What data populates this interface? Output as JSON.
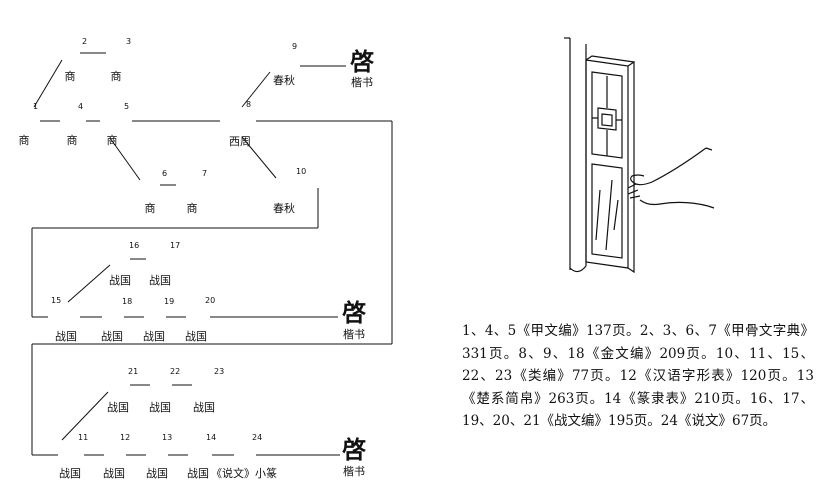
{
  "nodes": [
    {
      "id": "1",
      "glyph": "",
      "period": "商"
    },
    {
      "id": "2",
      "glyph": "",
      "period": "商"
    },
    {
      "id": "3",
      "glyph": "",
      "period": "商"
    },
    {
      "id": "4",
      "glyph": "",
      "period": "商"
    },
    {
      "id": "5",
      "glyph": "",
      "period": "商"
    },
    {
      "id": "6",
      "glyph": "",
      "period": "商"
    },
    {
      "id": "7",
      "glyph": "",
      "period": "商"
    },
    {
      "id": "8",
      "glyph": "",
      "period": "西周"
    },
    {
      "id": "9",
      "glyph": "",
      "period": "春秋"
    },
    {
      "id": "10",
      "glyph": "",
      "period": "春秋"
    },
    {
      "id": "16",
      "glyph": "",
      "period": "战国"
    },
    {
      "id": "17",
      "glyph": "",
      "period": "战国"
    },
    {
      "id": "15",
      "glyph": "",
      "period": "战国"
    },
    {
      "id": "18",
      "glyph": "",
      "period": "战国"
    },
    {
      "id": "19",
      "glyph": "",
      "period": "战国"
    },
    {
      "id": "20",
      "glyph": "",
      "period": "战国"
    },
    {
      "id": "21",
      "glyph": "",
      "period": "战国"
    },
    {
      "id": "22",
      "glyph": "",
      "period": "战国"
    },
    {
      "id": "23",
      "glyph": "",
      "period": "战国"
    },
    {
      "id": "11",
      "glyph": "",
      "period": "战国"
    },
    {
      "id": "12",
      "glyph": "",
      "period": "战国"
    },
    {
      "id": "13",
      "glyph": "",
      "period": "战国"
    },
    {
      "id": "14",
      "glyph": "",
      "period": "战国"
    },
    {
      "id": "24",
      "glyph": "",
      "period": "《说文》小篆"
    }
  ],
  "kaishu": [
    {
      "glyph": "啓",
      "period": "楷书"
    },
    {
      "glyph": "啓",
      "period": "楷书"
    },
    {
      "glyph": "啓",
      "period": "楷书"
    }
  ],
  "citation": "1、4、5《甲文编》137页。2、3、6、7《甲骨文字典》331页。8、9、18《金文编》209页。10、11、15、22、23《类编》77页。12《汉语字形表》120页。13《楚系简帛》263页。14《篆隶表》210页。16、17、19、20、21《战文编》195页。24《说文》67页。"
}
